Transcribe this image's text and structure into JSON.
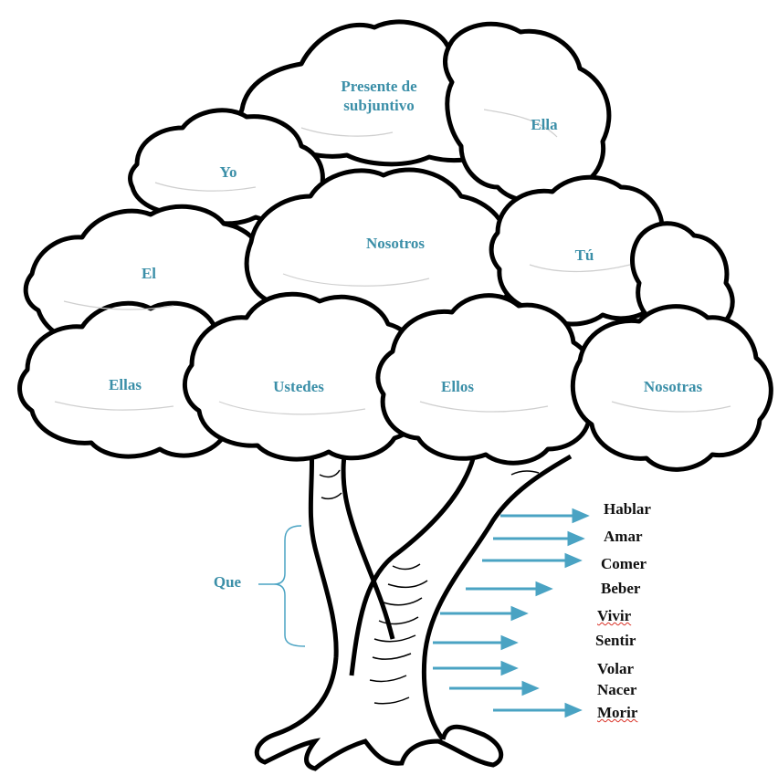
{
  "diagram": {
    "title_line1": "Presente de",
    "title_line2": "subjuntivo",
    "pronouns": {
      "yo": "Yo",
      "ella": "Ella",
      "el": "El",
      "nosotros": "Nosotros",
      "tu": "Tú",
      "ellas": "Ellas",
      "ustedes": "Ustedes",
      "ellos": "Ellos",
      "nosotras": "Nosotras"
    },
    "que_label": "Que",
    "verbs": [
      "Hablar",
      "Amar",
      "Comer",
      "Beber",
      "Vivir",
      "Sentir",
      "Volar",
      "Nacer",
      "Morir"
    ],
    "colors": {
      "label_accent": "#3b8fa8",
      "arrow": "#4aa3c3",
      "outline": "#000000",
      "spellcheck_underline": "#d93025"
    }
  }
}
